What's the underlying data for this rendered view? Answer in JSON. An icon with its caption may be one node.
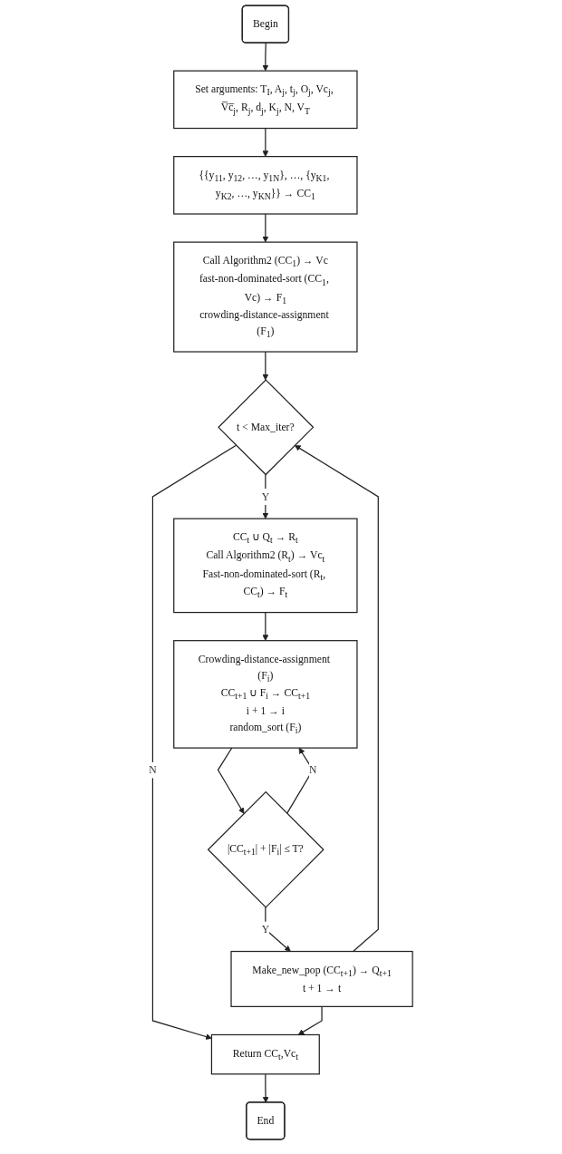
{
  "diagram": {
    "nodes": [
      {
        "text": [
          "Begin"
        ]
      },
      {
        "text": [
          "Set arguments: T$_{I}$, A$_{j}$, t$_{j}$, O$_{j}$, Vc$_{j}$, V̅c̅$_{j}$, R$_{j}$, d$_{j}$, K$_{j}$, N, V$_{T}$"
        ]
      },
      {
        "text": [
          "{{y$_{11}$, y$_{12}$, …, y$_{1N}$}, …, {y$_{K1}$, y$_{K2}$, …, y$_{KN}$}} → CC$_{1}$"
        ]
      },
      {
        "text": [
          "Call Algorithm2 (CC$_{1}$) → Vc",
          "fast-non-dominated-sort (CC$_{1}$, Vc) → F$_{1}$",
          "crowding-distance-assignment (F$_{1}$)"
        ]
      },
      {
        "text": [
          "t < Max_iter?"
        ]
      },
      {
        "text": [
          "CC$_{t}$ ∪ Q$_{t}$ → R$_{t}$",
          "Call Algorithm2 (R$_{t}$) → Vc$_{t}$",
          "Fast-non-dominated-sort (R$_{t}$, CC$_{t}$) → F$_{t}$"
        ]
      },
      {
        "text": [
          "Crowding-distance-assignment (F$_{i}$)",
          "CC$_{t+1}$ ∪ F$_{i}$ → CC$_{t+1}$",
          "i + 1 → i",
          "random_sort (F$_{i}$)"
        ]
      },
      {
        "text": [
          "|CC$_{t+1}$| + |F$_{i}$| ≤ T?"
        ]
      },
      {
        "text": [
          "Make_new_pop (CC$_{t+1}$) → Q$_{t+1}$",
          "t + 1 → t"
        ]
      },
      {
        "text": [
          "Return CC$_{t}$,Vc$_{t}$"
        ]
      },
      {
        "text": [
          "End"
        ]
      }
    ],
    "edges": [
      {
        "from": 0,
        "to": 1,
        "arrow": "to"
      },
      {
        "from": 1,
        "to": 2,
        "arrow": "to"
      },
      {
        "from": 2,
        "to": 3,
        "arrow": "to"
      },
      {
        "from": 3,
        "to": 4,
        "arrow": "to"
      },
      {
        "from": 4,
        "to": 5,
        "arrow": "to",
        "label": "Y"
      },
      {
        "from": 5,
        "to": 6,
        "arrow": "to"
      },
      {
        "from": 6,
        "to": 7,
        "arrow": "to"
      },
      {
        "from": 7,
        "to": 6,
        "arrow": "to",
        "label": "N"
      },
      {
        "from": 7,
        "to": 8,
        "arrow": "to",
        "label": "Y"
      },
      {
        "from": 8,
        "to": 4,
        "arrow": "to"
      },
      {
        "from": 4,
        "to": 9,
        "arrow": "to",
        "label": "N"
      },
      {
        "from": 8,
        "to": 9,
        "arrow": "to"
      },
      {
        "from": 9,
        "to": 10,
        "arrow": "to"
      }
    ]
  }
}
